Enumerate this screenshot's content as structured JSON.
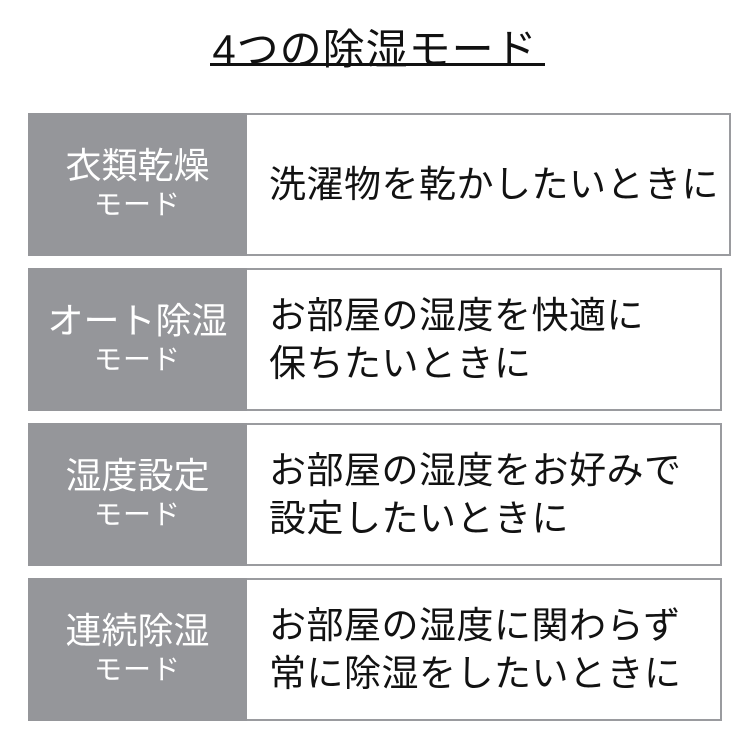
{
  "page": {
    "title": "4つの除湿モード",
    "background_color": "#ffffff",
    "label_background_color": "#95969a",
    "label_text_color": "#ffffff",
    "description_text_color": "#121212",
    "border_color": "#9a9b9f",
    "rule_color": "#111111"
  },
  "modes": [
    {
      "label_main": "衣類乾燥",
      "label_sub": "モード",
      "description_lines": [
        "洗濯物を乾かしたいときに"
      ]
    },
    {
      "label_main": "オート除湿",
      "label_sub": "モード",
      "description_lines": [
        "お部屋の湿度を快適に",
        "保ちたいときに"
      ]
    },
    {
      "label_main": "湿度設定",
      "label_sub": "モード",
      "description_lines": [
        "お部屋の湿度をお好みで",
        "設定したいときに"
      ]
    },
    {
      "label_main": "連続除湿",
      "label_sub": "モード",
      "description_lines": [
        "お部屋の湿度に関わらず",
        "常に除湿をしたいときに"
      ]
    }
  ]
}
